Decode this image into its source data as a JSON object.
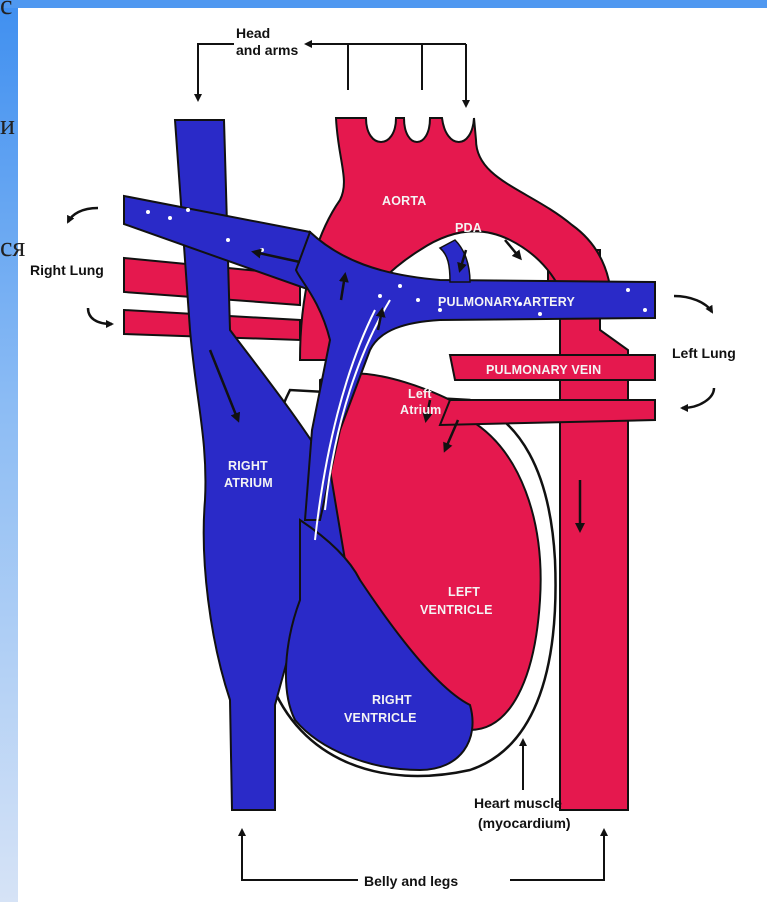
{
  "background": {
    "fragment1": "с",
    "fragment2": "и",
    "fragment3": "ся"
  },
  "labels": {
    "head_arms_1": "Head",
    "head_arms_2": "and arms",
    "right_lung": "Right Lung",
    "left_lung": "Left Lung",
    "aorta": "AORTA",
    "pda": "PDA",
    "pulmonary_artery": "PULMONARY ARTERY",
    "pulmonary_vein": "PULMONARY VEIN",
    "left_atrium_1": "Left",
    "left_atrium_2": "Atrium",
    "right_atrium_1": "RIGHT",
    "right_atrium_2": "ATRIUM",
    "left_ventricle_1": "LEFT",
    "left_ventricle_2": "VENTRICLE",
    "right_ventricle_1": "RIGHT",
    "right_ventricle_2": "VENTRICLE",
    "heart_muscle_1": "Heart muscle",
    "heart_muscle_2": "(myocardium)",
    "belly_legs": "Belly and legs"
  },
  "colors": {
    "oxygenated": "#e5184e",
    "deoxygenated": "#2a2ac8",
    "outline": "#111111",
    "background_strip": "#8cbcf4"
  }
}
